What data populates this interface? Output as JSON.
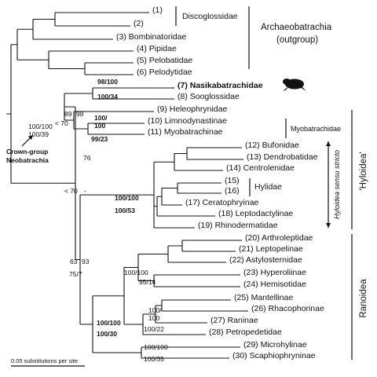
{
  "taxa": [
    {
      "label": "(1)"
    },
    {
      "label": "(2)"
    },
    {
      "label": "(3) Bombinatoridae"
    },
    {
      "label": "(4) Pipidae"
    },
    {
      "label": "(5) Pelobatidae"
    },
    {
      "label": "(6) Pelodytidae"
    },
    {
      "label": "(7) Nasikabatrachidae",
      "bold": true
    },
    {
      "label": "(8) Sooglossidae"
    },
    {
      "label": "(9) Heleophrynidae"
    },
    {
      "label": "(10) Limnodynastinae"
    },
    {
      "label": "(11) Myobatrachinae"
    },
    {
      "label": "(12) Bufonidae"
    },
    {
      "label": "(13) Dendrobatidae"
    },
    {
      "label": "(14) Centrolenidae"
    },
    {
      "label": "(15)"
    },
    {
      "label": "(16)"
    },
    {
      "label": "(17) Ceratophryinae"
    },
    {
      "label": "(18) Leptodactylinae"
    },
    {
      "label": "(19) Rhinodermatidae"
    },
    {
      "label": "(20) Arthroleptidae"
    },
    {
      "label": "(21) Leptopelinae"
    },
    {
      "label": "(22) Astylosternidae"
    },
    {
      "label": "(23) Hyperoliinae"
    },
    {
      "label": "(24) Hemisotidae"
    },
    {
      "label": "(25) Mantellinae"
    },
    {
      "label": "(26) Rhacophorinae"
    },
    {
      "label": "(27) Raninae"
    },
    {
      "label": "(28) Petropedetidae"
    },
    {
      "label": "(29) Microhylinae"
    },
    {
      "label": "(30) Scaphiophryninae"
    }
  ],
  "shared_labels": {
    "discoglossidae": "Discoglossidae",
    "hylidae": "Hylidae"
  },
  "support": [
    {
      "text": "98/100",
      "bold": true
    },
    {
      "text": "100/34",
      "bold": true
    },
    {
      "text": "89"
    },
    {
      "text": "98"
    },
    {
      "text": "< 70"
    },
    {
      "text": "100/"
    },
    {
      "text": "100",
      "bold": true
    },
    {
      "text": "99/23",
      "bold": true
    },
    {
      "text": "100/100"
    },
    {
      "text": "100/39"
    },
    {
      "text": "76"
    },
    {
      "text": "< 70"
    },
    {
      "text": "-"
    },
    {
      "text": "100/100",
      "bold": true
    },
    {
      "text": "100/53",
      "bold": true
    },
    {
      "text": "63"
    },
    {
      "text": "93"
    },
    {
      "text": "75/7"
    },
    {
      "text": "100/100"
    },
    {
      "text": "95/14"
    },
    {
      "text": "100/"
    },
    {
      "text": "100"
    },
    {
      "text": "100/22"
    },
    {
      "text": "100/100",
      "bold": true
    },
    {
      "text": "100/30",
      "bold": true
    },
    {
      "text": "100/100"
    },
    {
      "text": "100/35"
    }
  ],
  "groups": {
    "archaeo_line1": "Archaeobatrachia",
    "archaeo_line2": "(outgroup)",
    "myobatrachidae": "Myobatrachidae",
    "hyloidea": "'Hyloidea'",
    "hyloidea_sensu": "Hyloidea sensu stricto",
    "ranoidea": "Ranoidea"
  },
  "annotation": {
    "crown_line1": "Crown-group",
    "crown_line2": "Neobatrachia"
  },
  "scale": {
    "label": "0.05 substitutions per site"
  }
}
